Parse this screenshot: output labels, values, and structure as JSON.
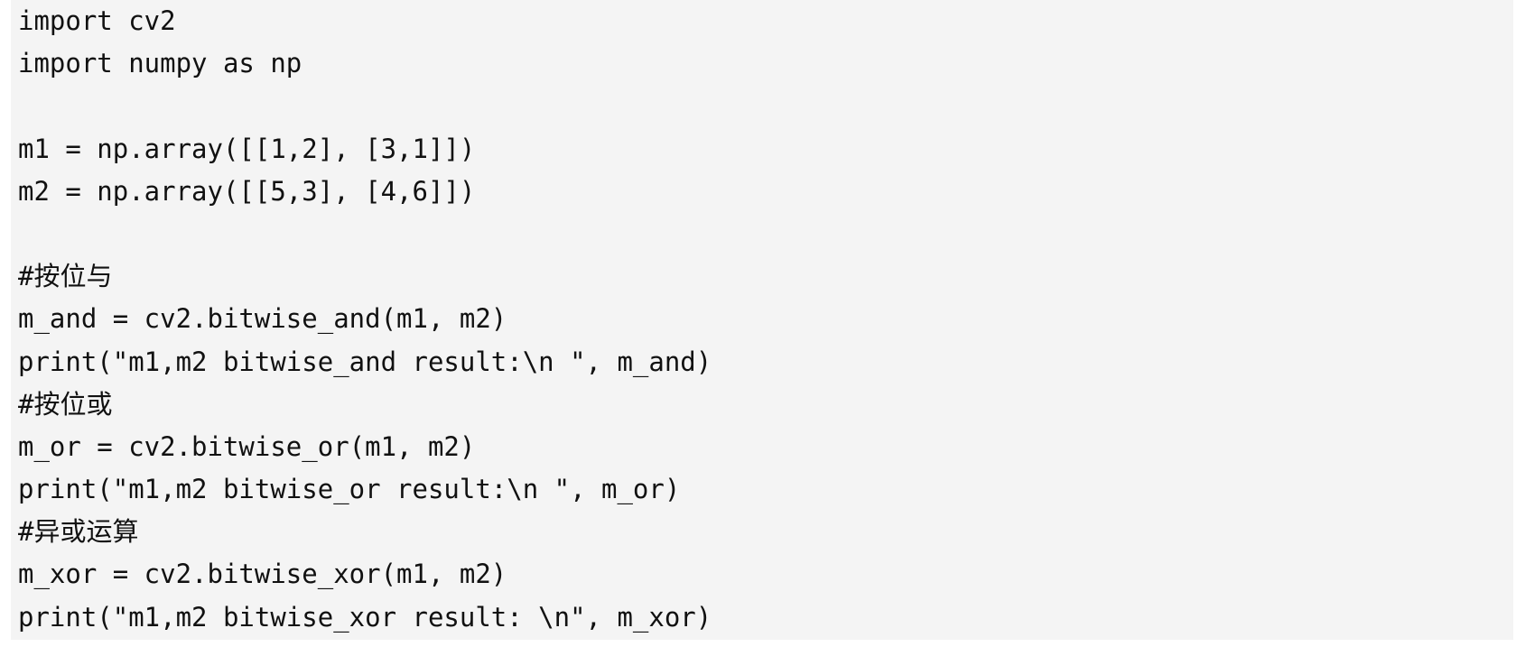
{
  "code": {
    "lines": [
      "import cv2",
      "import numpy as np",
      "",
      "m1 = np.array([[1,2], [3,1]])",
      "m2 = np.array([[5,3], [4,6]])",
      "",
      "#按位与",
      "m_and = cv2.bitwise_and(m1, m2)",
      "print(\"m1,m2 bitwise_and result:\\n \", m_and)",
      "#按位或",
      "m_or = cv2.bitwise_or(m1, m2)",
      "print(\"m1,m2 bitwise_or result:\\n \", m_or)",
      "#异或运算",
      "m_xor = cv2.bitwise_xor(m1, m2)",
      "print(\"m1,m2 bitwise_xor result: \\n\", m_xor)"
    ]
  }
}
